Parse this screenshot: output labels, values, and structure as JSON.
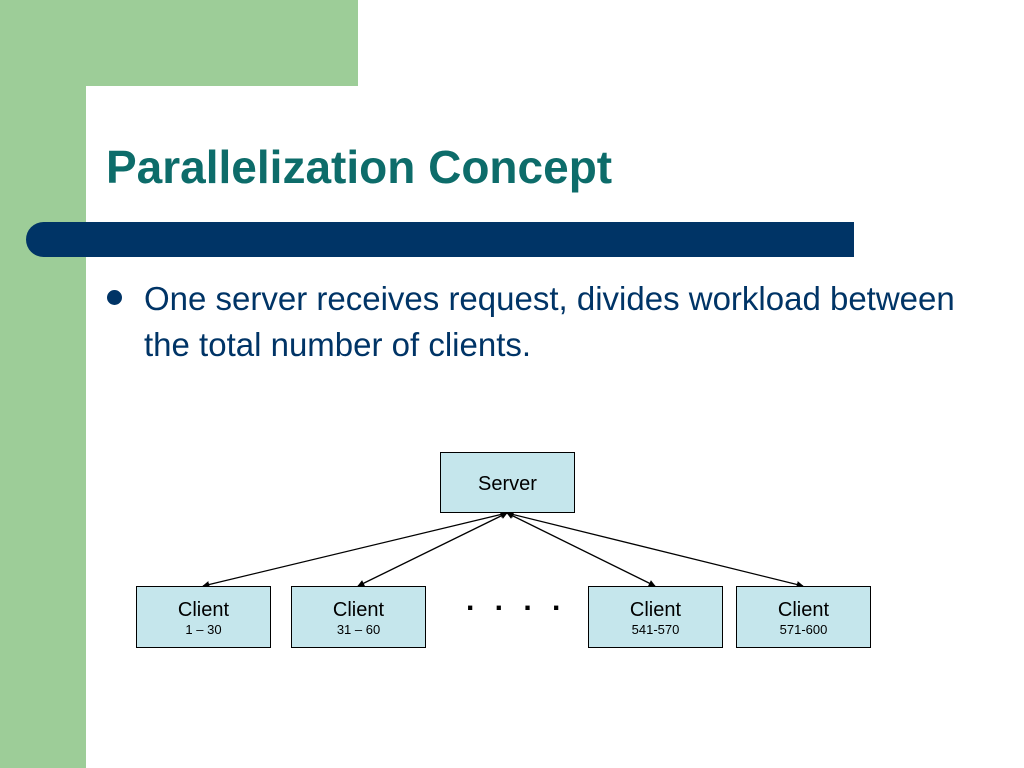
{
  "slide": {
    "title": "Parallelization Concept",
    "bullet": "One server receives request, divides workload between the total number of clients."
  },
  "diagram": {
    "server": {
      "label": "Server"
    },
    "clients": [
      {
        "label": "Client",
        "range": "1 – 30"
      },
      {
        "label": "Client",
        "range": "31 – 60"
      },
      {
        "label": "Client",
        "range": "541-570"
      },
      {
        "label": "Client",
        "range": "571-600"
      }
    ],
    "ellipsis": ". . . ."
  },
  "colors": {
    "accent_green": "#9dcd98",
    "title_teal": "#0d6c6a",
    "navy": "#003466",
    "box_fill": "#c5e6ec"
  }
}
